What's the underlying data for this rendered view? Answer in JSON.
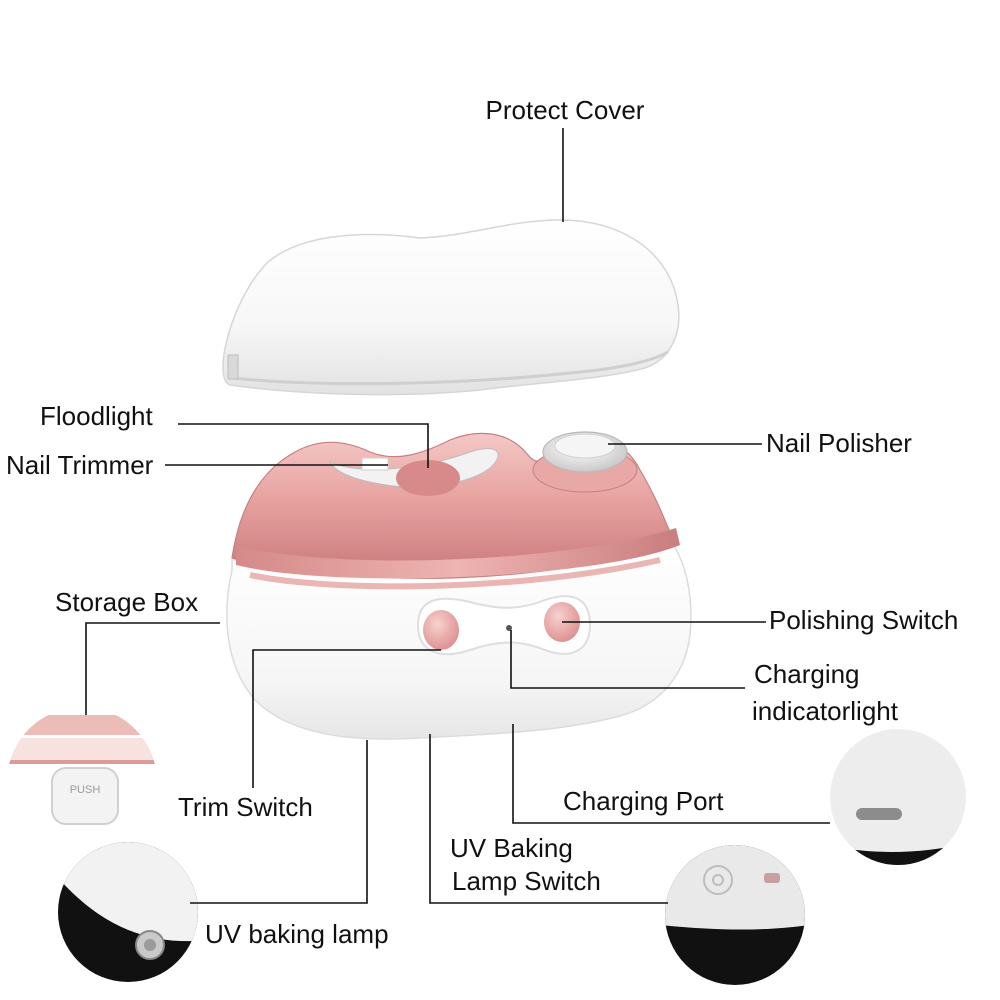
{
  "labels": {
    "protect_cover": "Protect Cover",
    "floodlight": "Floodlight",
    "nail_trimmer": "Nail Trimmer",
    "nail_polisher": "Nail Polisher",
    "storage_box": "Storage Box",
    "polishing_switch": "Polishing Switch",
    "charging_indicator_line1": "Charging",
    "charging_indicator_line2": "indicatorlight",
    "trim_switch": "Trim Switch",
    "charging_port": "Charging Port",
    "uv_baking_lamp_switch_line1": "UV Baking",
    "uv_baking_lamp_switch_line2": "Lamp Switch",
    "uv_baking_lamp": "UV baking lamp"
  },
  "insets": {
    "storage_box_push_text": "PUSH"
  },
  "colors": {
    "body_pink": "#e7a3a0",
    "body_pink_dark": "#c9787a",
    "base_white": "#ffffff",
    "cover_clear": "#f4f4f4",
    "leader_line": "#111111"
  }
}
